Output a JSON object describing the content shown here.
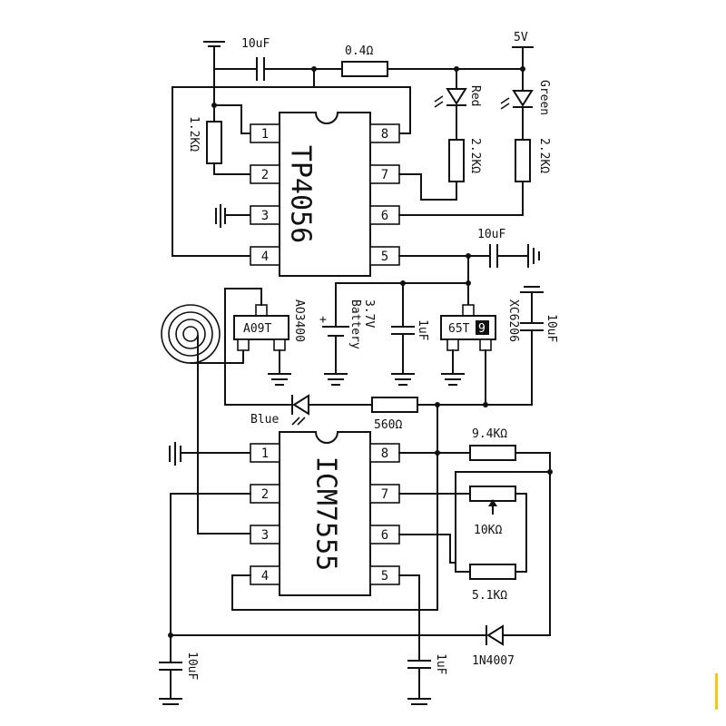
{
  "chips": {
    "tp4056": {
      "name": "TP4056",
      "pins": [
        "1",
        "2",
        "3",
        "4",
        "5",
        "6",
        "7",
        "8"
      ]
    },
    "icm7555": {
      "name": "ICM7555",
      "pins": [
        "1",
        "2",
        "3",
        "4",
        "5",
        "6",
        "7",
        "8"
      ]
    }
  },
  "labels": {
    "cap_top": "10uF",
    "res_top": "0.4Ω",
    "supply": "5V",
    "res_left": "1.2KΩ",
    "led_red": "Red",
    "led_green": "Green",
    "res_red": "2.2KΩ",
    "res_green": "2.2KΩ",
    "cap_mid": "10uF",
    "mosfet_body": "A09T",
    "mosfet_part": "AO3400",
    "battery_voltage": "3.7V",
    "battery_word": "Battery",
    "cap_1uf": "1uF",
    "ldo_body": "65T",
    "ldo_badge": "9",
    "ldo_part": "XC6206",
    "cap_ldo": "10uF",
    "led_blue": "Blue",
    "res_560": "560Ω",
    "res_94k": "9.4KΩ",
    "pot_10k": "10KΩ",
    "res_51k": "5.1KΩ",
    "diode": "1N4007",
    "cap_bottom_left": "10uF",
    "cap_bottom_mid": "1uF"
  },
  "colors": {
    "ink": "#111111",
    "background": "#ffffff",
    "accent_mark": "#f5c518"
  }
}
